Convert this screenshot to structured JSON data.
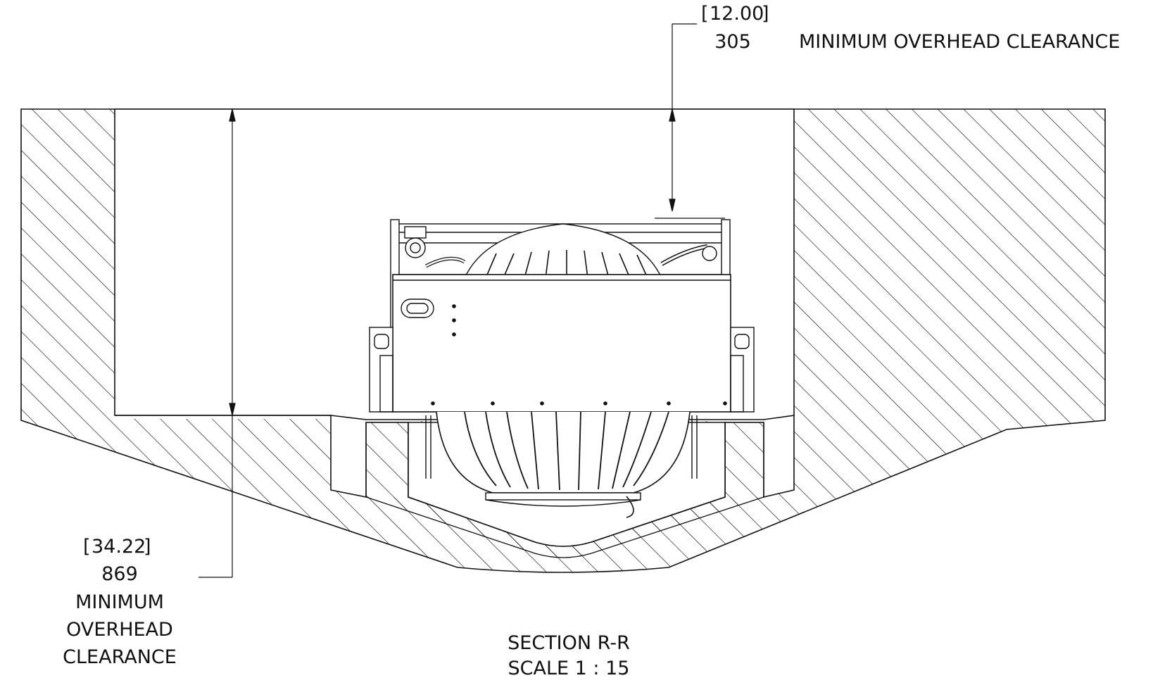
{
  "top_dimension": {
    "imperial": "12.00",
    "metric": "305",
    "label": "MINIMUM OVERHEAD CLEARANCE"
  },
  "left_dimension": {
    "imperial": "34.22",
    "metric": "869",
    "label_lines": [
      "MINIMUM",
      "OVERHEAD",
      "CLEARANCE"
    ]
  },
  "section": {
    "title": "SECTION R-R",
    "scale": "SCALE 1 : 15"
  },
  "colors": {
    "line": "#111111",
    "background": "#ffffff"
  }
}
